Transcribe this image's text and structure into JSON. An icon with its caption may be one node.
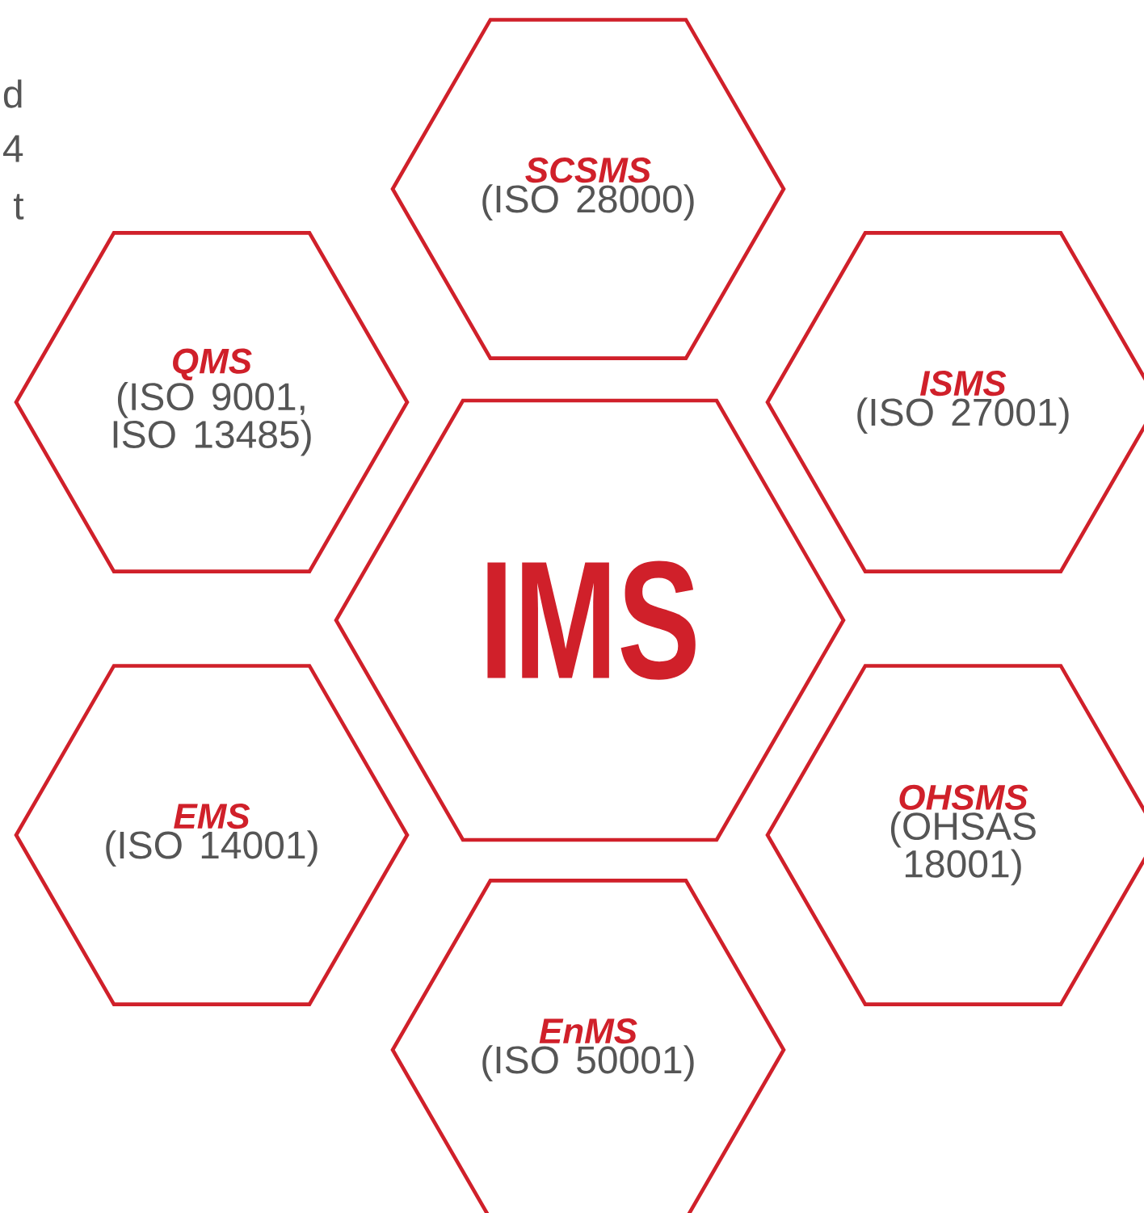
{
  "diagram": {
    "nodes": [
      {
        "text": [
          "SCSMS",
          "(ISO 28000)"
        ]
      },
      {
        "text": [
          "QMS",
          "(ISO 9001, ISO 13485)"
        ]
      },
      {
        "text": [
          "ISMS",
          "(ISO 27001)"
        ]
      },
      {
        "text": [
          "IMS"
        ]
      },
      {
        "text": [
          "EMS",
          "(ISO 14001)"
        ]
      },
      {
        "text": [
          "OHSMS",
          "(OHSAS 18001)"
        ]
      },
      {
        "text": [
          "EnMS",
          "(ISO 50001)"
        ]
      }
    ],
    "labels": [
      "d",
      "4",
      "t"
    ]
  }
}
